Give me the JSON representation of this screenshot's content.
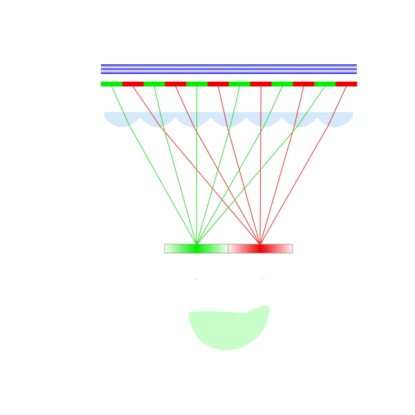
{
  "colors": {
    "background": "#ffffff",
    "backlight_dark": "#1a1ad8",
    "backlight_light": "#ffffff",
    "pixel_green": "#00ee00",
    "pixel_red": "#ee0000",
    "lens": "#d4eafa",
    "ray_green": "#22dd22",
    "ray_red": "#ee2222",
    "eye": "#c8ffc8",
    "gridline": "#999999"
  },
  "diagram": {
    "pixel_sequence": [
      "green",
      "red",
      "green",
      "red",
      "green",
      "red",
      "green",
      "red",
      "green",
      "red",
      "green",
      "red"
    ],
    "lens_count": 7,
    "focus_points": [
      "green",
      "red"
    ],
    "pupils": 2
  }
}
